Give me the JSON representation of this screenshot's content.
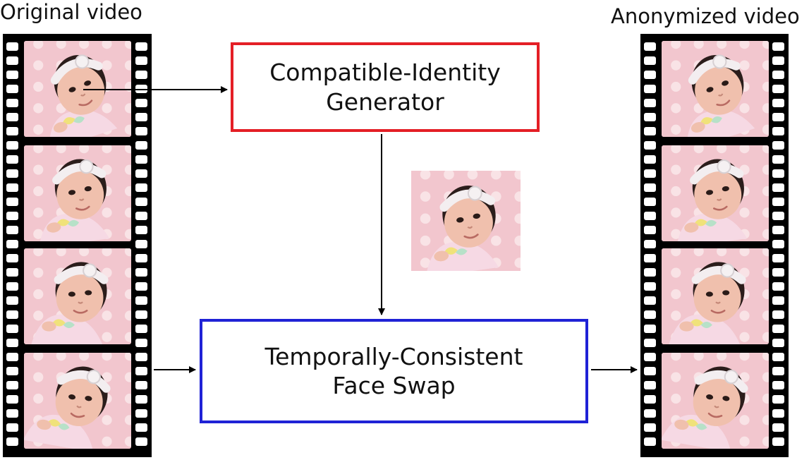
{
  "labels": {
    "original": "Original video",
    "anonymized": "Anonymized video"
  },
  "blocks": {
    "generator": {
      "line1": "Compatible-Identity",
      "line2": "Generator"
    },
    "swap": {
      "line1": "Temporally-Consistent",
      "line2": "Face Swap"
    }
  },
  "colors": {
    "generator_border": "#e41f26",
    "swap_border": "#1f22d6",
    "film": "#000000",
    "background_pink": "#f2c6ce"
  },
  "frames": {
    "original_count": 4,
    "anonymized_count": 4
  }
}
